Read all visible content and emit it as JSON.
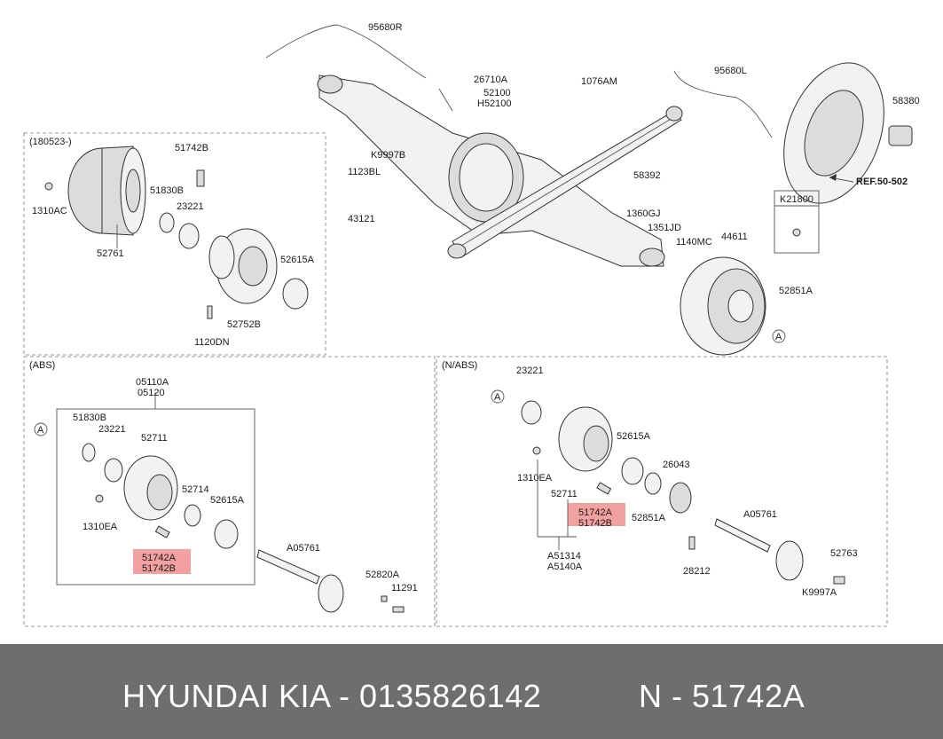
{
  "diagram": {
    "sections": {
      "top_left": "(180523-)",
      "abs": "(ABS)",
      "nabs": "(N/ABS)"
    },
    "ref_label": "REF.50-502",
    "labels": {
      "l95680R": "95680R",
      "l26710A": "26710A",
      "l1076AM": "1076AM",
      "l52100": "52100",
      "lH52100": "H52100",
      "l95680L": "95680L",
      "l58380": "58380",
      "lK9997B": "K9997B",
      "l1123BL": "1123BL",
      "l43121": "43121",
      "l58392": "58392",
      "l1360GJ": "1360GJ",
      "l1351JD": "1351JD",
      "l1140MC": "1140MC",
      "l44611": "44611",
      "l52851A": "52851A",
      "lK21800": "K21800",
      "l51742B": "51742B",
      "l51830B": "51830B",
      "l23221": "23221",
      "l1310AC": "1310AC",
      "l52761": "52761",
      "l52615A": "52615A",
      "l52752B": "52752B",
      "l1120DN": "1120DN",
      "a05110A": "05110A",
      "a05120": "05120",
      "a51830B": "51830B",
      "a23221": "23221",
      "a52711": "52711",
      "a52714": "52714",
      "a52615A": "52615A",
      "a1310EA": "1310EA",
      "a51742A": "51742A",
      "a51742B": "51742B",
      "aA05761": "A05761",
      "a52820A": "52820A",
      "a11291": "11291",
      "n23221": "23221",
      "n52615A": "52615A",
      "n26043": "26043",
      "n1310EA": "1310EA",
      "n52711": "52711",
      "n51742A": "51742A",
      "n51742B": "51742B",
      "n52851A": "52851A",
      "nA05761": "A05761",
      "nA51314": "A51314",
      "nA5140A": "A5140A",
      "n28212": "28212",
      "n52763": "52763",
      "nK9997A": "K9997A",
      "circleA": "A"
    }
  },
  "footer": {
    "brand_text": "HYUNDAI  KIA - 0135826142",
    "part_text": "N - 51742A"
  },
  "colors": {
    "footer_bg": "#6e6e6e",
    "highlight": "#f08f8f"
  }
}
